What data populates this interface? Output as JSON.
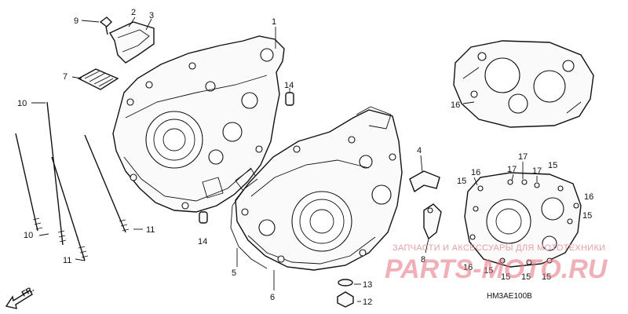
{
  "callouts": [
    {
      "id": "c1",
      "label": "1"
    },
    {
      "id": "c2",
      "label": "2"
    },
    {
      "id": "c3",
      "label": "3"
    },
    {
      "id": "c4",
      "label": "4"
    },
    {
      "id": "c5",
      "label": "5"
    },
    {
      "id": "c6",
      "label": "6"
    },
    {
      "id": "c7",
      "label": "7"
    },
    {
      "id": "c8",
      "label": "8"
    },
    {
      "id": "c9",
      "label": "9"
    },
    {
      "id": "c10a",
      "label": "10"
    },
    {
      "id": "c10b",
      "label": "10"
    },
    {
      "id": "c11a",
      "label": "11"
    },
    {
      "id": "c11b",
      "label": "11"
    },
    {
      "id": "c12",
      "label": "12"
    },
    {
      "id": "c13",
      "label": "13"
    },
    {
      "id": "c14a",
      "label": "14"
    },
    {
      "id": "c14b",
      "label": "14"
    },
    {
      "id": "c15a",
      "label": "15"
    },
    {
      "id": "c15b",
      "label": "15"
    },
    {
      "id": "c15c",
      "label": "15"
    },
    {
      "id": "c15d",
      "label": "15"
    },
    {
      "id": "c15e",
      "label": "15"
    },
    {
      "id": "c15f",
      "label": "15"
    },
    {
      "id": "c15g",
      "label": "15"
    },
    {
      "id": "c16a",
      "label": "16"
    },
    {
      "id": "c16b",
      "label": "16"
    },
    {
      "id": "c16c",
      "label": "16"
    },
    {
      "id": "c16d",
      "label": "16"
    },
    {
      "id": "c17a",
      "label": "17"
    },
    {
      "id": "c17b",
      "label": "17"
    },
    {
      "id": "c17c",
      "label": "17"
    }
  ],
  "diagram_code": "HM3AE100B",
  "front_label": "FR.",
  "watermark": {
    "tagline": "ЗАПЧАСТИ И АКСЕССУАРЫ ДЛЯ МОТОТЕХНИКИ",
    "logo": "PARTS-MOTO.RU"
  },
  "colors": {
    "line": "#111111",
    "watermark": "#e3707d"
  }
}
